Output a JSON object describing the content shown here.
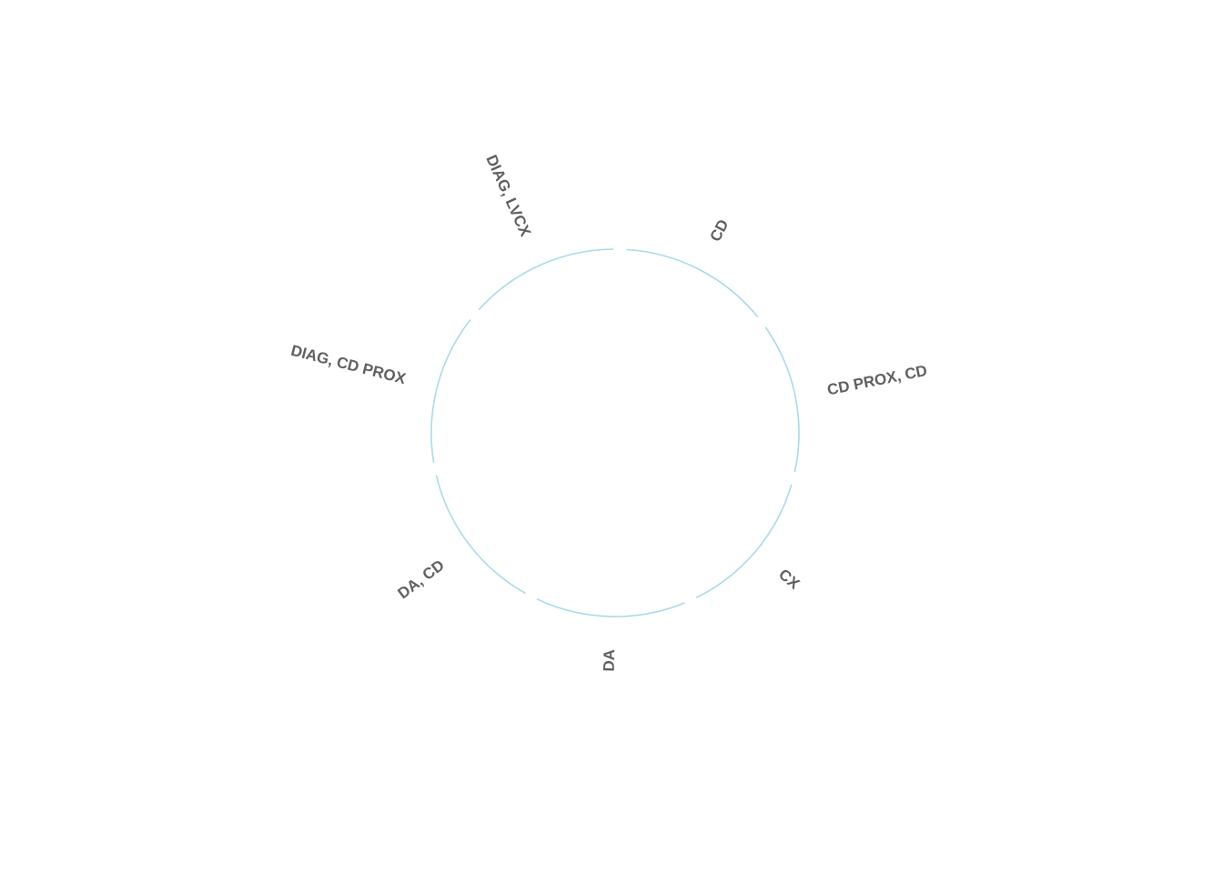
{
  "chart_data": {
    "type": "chord",
    "title": "",
    "colors": {
      "segment": "#a8dbe9",
      "label": "#5f5f5f",
      "background": "#ffffff"
    },
    "sectors": [
      {
        "label": "CD",
        "value": 1
      },
      {
        "label": "CD PROX, CD",
        "value": 1
      },
      {
        "label": "CX",
        "value": 1
      },
      {
        "label": "DA",
        "value": 1
      },
      {
        "label": "DA, CD",
        "value": 1
      },
      {
        "label": "DIAG, CD PROX",
        "value": 1
      },
      {
        "label": "DIAG, LVCX",
        "value": 1
      }
    ],
    "links": []
  }
}
